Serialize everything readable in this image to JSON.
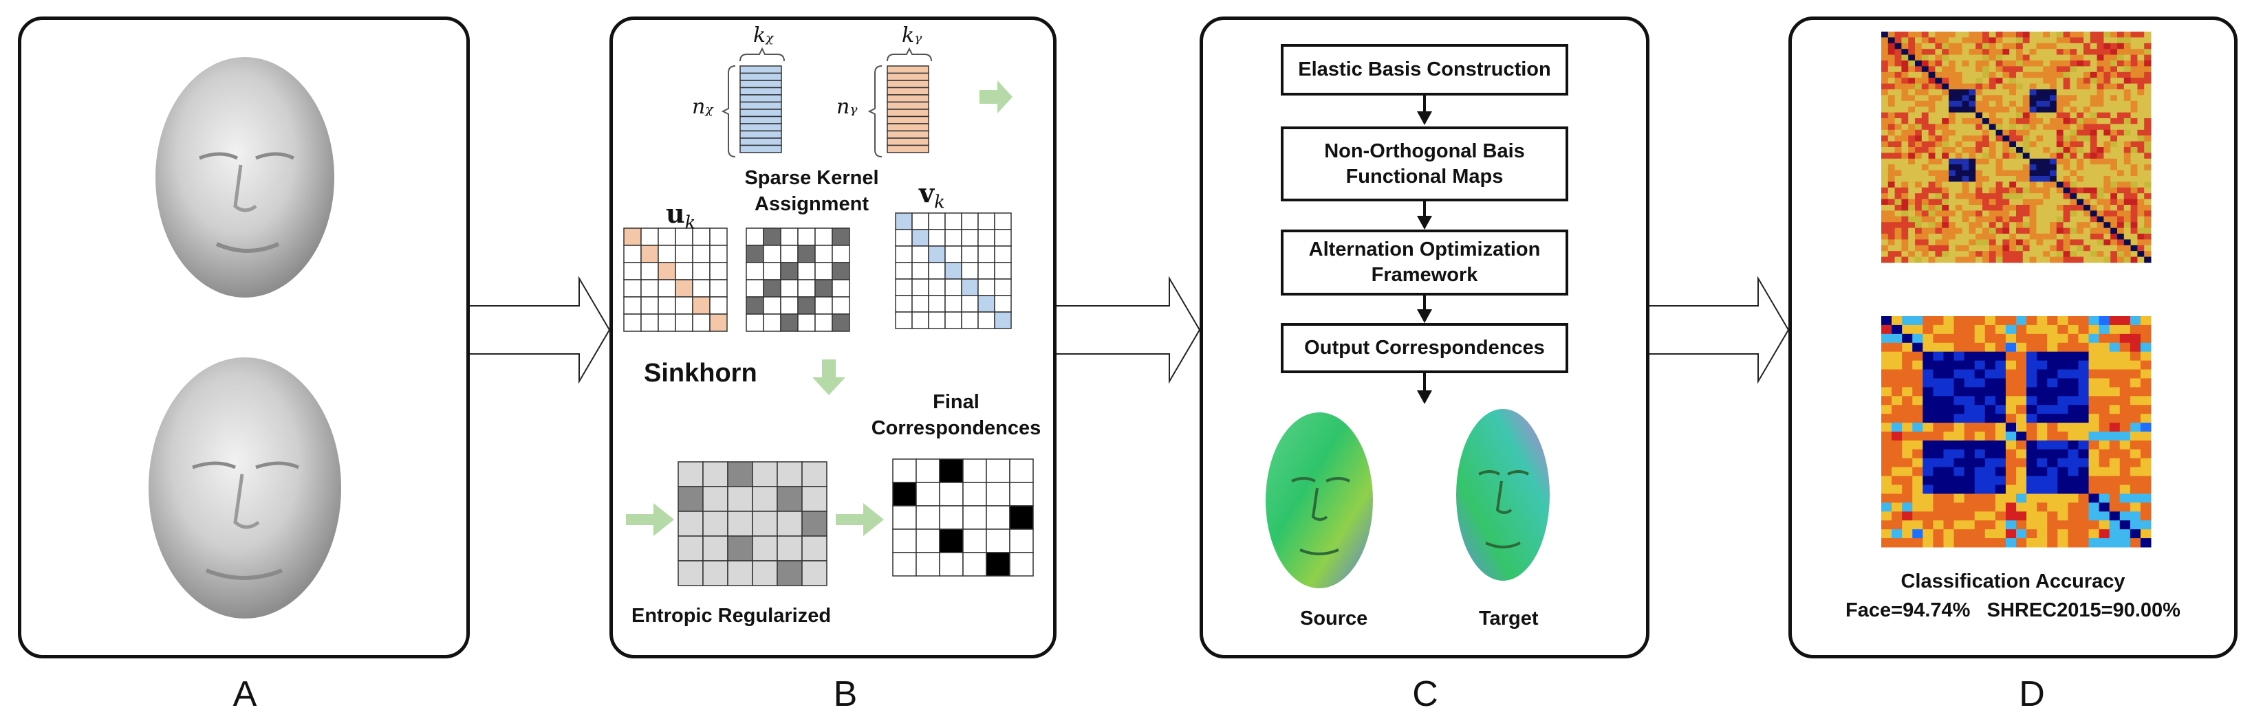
{
  "panels": {
    "a": {
      "letter": "A"
    },
    "b": {
      "letter": "B",
      "k_x": "kᵪ",
      "k_y": "kᵧ",
      "n_x": "nᵪ",
      "n_y": "nᵧ",
      "u_k": "u",
      "v_k": "v",
      "subscript_k": "k",
      "sparse_kernel": "Sparse Kernel Assignment",
      "sinkhorn": "Sinkhorn",
      "final": "Final Correspondences",
      "entropic": "Entropic Regularized"
    },
    "c": {
      "letter": "C",
      "steps": [
        "Elastic Basis Construction",
        "Non-Orthogonal Bais Functional Maps",
        "Alternation Optimization Framework",
        "Output Correspondences"
      ],
      "source": "Source",
      "target": "Target"
    },
    "d": {
      "letter": "D",
      "accuracy_title": "Classification Accuracy",
      "accuracy_values": "Face=94.74%   SHREC2015=90.00%"
    }
  },
  "colors": {
    "blue_matrix": "#bcd3ee",
    "orange_matrix": "#f5c7a9",
    "green_arrow": "#b6d9a8",
    "gray_cell": "#6e6e6e",
    "light_gray": "#d8d8d8"
  }
}
